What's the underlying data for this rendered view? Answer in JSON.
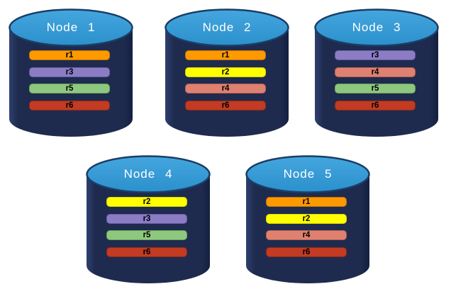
{
  "diagram": {
    "colors": {
      "background": "#FFFFFF",
      "cylinder_body": "#1E2B4E",
      "cylinder_top_fill": "#3498D4",
      "cylinder_top_edge": "#1A3E66",
      "title_text": "#FFFFFF",
      "bar_text": "#000000"
    },
    "replica_palette": {
      "r1": "#FF9900",
      "r2": "#FFFF00",
      "r3": "#8B7CC4",
      "r4": "#DE8170",
      "r5": "#8EC87E",
      "r6": "#C23B22"
    },
    "nodes": [
      {
        "label": "Node 1",
        "replicas": [
          {
            "label": "r1",
            "fill": "#FF9900",
            "edge": "#c17400"
          },
          {
            "label": "r3",
            "fill": "#8B7CC4",
            "edge": "#6a5ba6"
          },
          {
            "label": "r5",
            "fill": "#8EC87E",
            "edge": "#6aa25c"
          },
          {
            "label": "r6",
            "fill": "#C23B22",
            "edge": "#8f2a16"
          }
        ]
      },
      {
        "label": "Node 2",
        "replicas": [
          {
            "label": "r1",
            "fill": "#FF9900",
            "edge": "#c17400"
          },
          {
            "label": "r2",
            "fill": "#FFFF00",
            "edge": "#d8d800"
          },
          {
            "label": "r4",
            "fill": "#DE8170",
            "edge": "#b9604f"
          },
          {
            "label": "r6",
            "fill": "#C23B22",
            "edge": "#8f2a16"
          }
        ]
      },
      {
        "label": "Node 3",
        "replicas": [
          {
            "label": "r3",
            "fill": "#8B7CC4",
            "edge": "#6a5ba6"
          },
          {
            "label": "r4",
            "fill": "#DE8170",
            "edge": "#b9604f"
          },
          {
            "label": "r5",
            "fill": "#8EC87E",
            "edge": "#6aa25c"
          },
          {
            "label": "r6",
            "fill": "#C23B22",
            "edge": "#8f2a16"
          }
        ]
      },
      {
        "label": "Node 4",
        "replicas": [
          {
            "label": "r2",
            "fill": "#FFFF00",
            "edge": "#d8d800"
          },
          {
            "label": "r3",
            "fill": "#8B7CC4",
            "edge": "#6a5ba6"
          },
          {
            "label": "r5",
            "fill": "#8EC87E",
            "edge": "#6aa25c"
          },
          {
            "label": "r6",
            "fill": "#C23B22",
            "edge": "#8f2a16"
          }
        ]
      },
      {
        "label": "Node 5",
        "replicas": [
          {
            "label": "r1",
            "fill": "#FF9900",
            "edge": "#c17400"
          },
          {
            "label": "r2",
            "fill": "#FFFF00",
            "edge": "#d8d800"
          },
          {
            "label": "r4",
            "fill": "#DE8170",
            "edge": "#b9604f"
          },
          {
            "label": "r6",
            "fill": "#C23B22",
            "edge": "#8f2a16"
          }
        ]
      }
    ]
  }
}
